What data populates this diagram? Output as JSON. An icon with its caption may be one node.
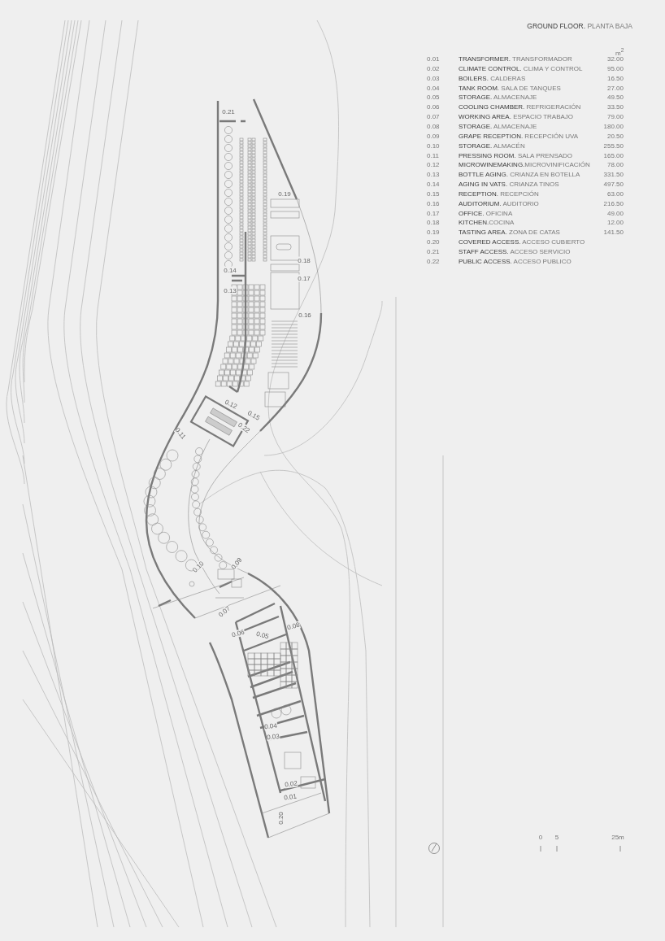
{
  "diagram": {
    "title": "**GROUND FLOOR.** PLANTA BAJA",
    "labels": [
      "m$^{2}$",
      "0.01",
      "**TRANSFORMER.** TRANSFORMADOR",
      "32.00",
      "0.02",
      "**CLIMATE CONTROL.** CLIMA Y CONTROL",
      "95.00",
      "0.03",
      "**BOILERS.** CALDERAS",
      "16.50",
      "0.04",
      "**TANK ROOM.** SALA DE TANQUES",
      "27.00",
      "0.05",
      "**STORAGE.** ALMACENAJE",
      "49.50",
      "0.06",
      "**COOLING CHAMBER.** REFRIGERACIÓN",
      "33.50",
      "0.07",
      "**WORKING AREA.** ESPACIO TRABAJO",
      "79.00",
      "0.08",
      "**STORAGE.** ALMACENAJE",
      "180.00",
      "0.09",
      "**GRAPE RECEPTION.** RECEPCIÓN UVA",
      "20.50",
      "0.10",
      "**STORAGE.** ALMACÉN",
      "255.50",
      "0.11",
      "**PRESSING ROOM.** SALA PRENSADO",
      "165.00",
      "0.12",
      "**MICROWINEMAKING.**MICROVINIFICACIÓN",
      "78.00",
      "0.13",
      "**BOTTLE AGING.** CRIANZA EN BOTELLA",
      "331.50",
      "0.14",
      "**AGING IN VATS.** CRIANZA TINOS",
      "497.50",
      "0.15",
      "**RECEPTION.** RECEPCIÓN",
      "63.00",
      "0.16",
      "**AUDITORIUM.** AUDITORIO",
      "216.50",
      "0.17",
      "**OFFICE.** OFICINA",
      "49.00",
      "0.18",
      "**KITCHEN.**COCINA",
      "12.00",
      "0.19",
      "**TASTING AREA.** ZONA DE CATAS",
      "141.50",
      "0.20",
      "**COVERED ACCESS.** ACCESO CUBIERTO",
      "0.21",
      "**STAFF ACCESS.** ACCESO SERVICIO",
      "0.22",
      "**PUBLIC ACCESS.** ACCESO PUBLICO",
      "0.21",
      "0.19",
      "0.18",
      "0.14",
      "0.17",
      "0.13",
      "0.16",
      "0.12",
      "0.15",
      "0.22",
      "0.11",
      "0.10",
      "0.09",
      "0.07",
      "0.08",
      "0.06",
      "0.05",
      "0.04",
      "0.03",
      "0.02",
      "0.01",
      "0.20",
      "0",
      "5",
      "25m"
    ]
  }
}
